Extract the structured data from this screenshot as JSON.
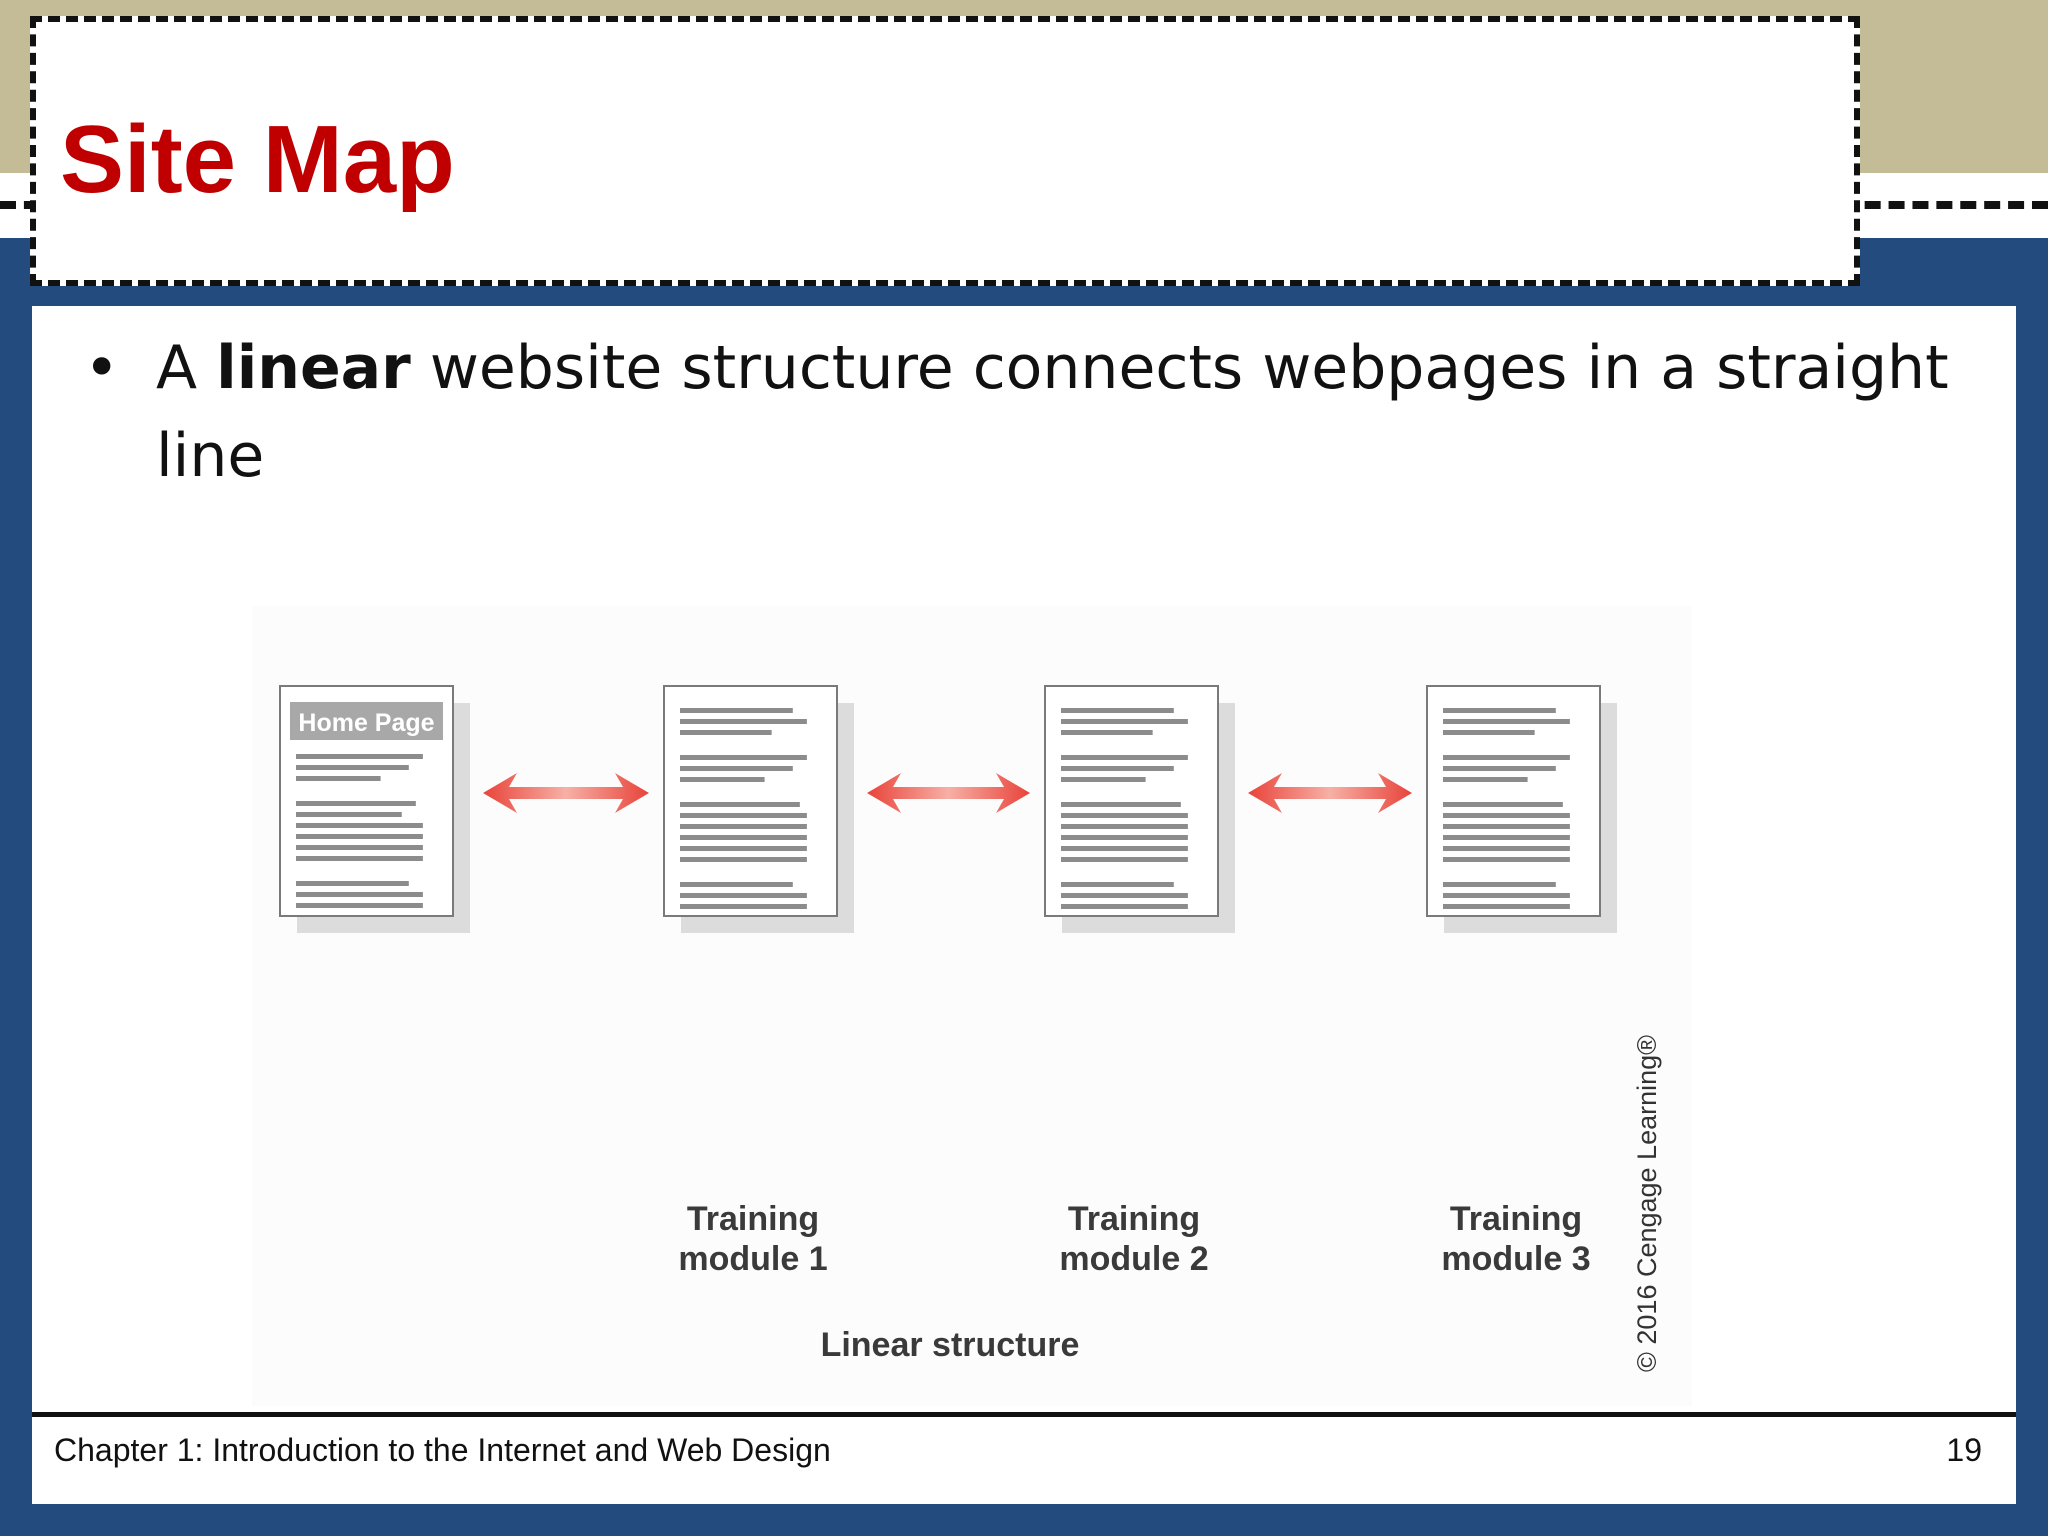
{
  "slide": {
    "title": "Site Map",
    "bullet": {
      "prefix": "A ",
      "emphasis": "linear",
      "suffix": " website structure connects webpages in a straight line"
    },
    "footer": {
      "chapter": "Chapter 1: Introduction to the Internet and Web Design",
      "page_number": "19"
    }
  },
  "diagram": {
    "pages": [
      {
        "id": "home",
        "header_label": "Home Page",
        "caption_line1": "",
        "caption_line2": ""
      },
      {
        "id": "module1",
        "header_label": "",
        "caption_line1": "Training",
        "caption_line2": "module 1"
      },
      {
        "id": "module2",
        "header_label": "",
        "caption_line1": "Training",
        "caption_line2": "module 2"
      },
      {
        "id": "module3",
        "header_label": "",
        "caption_line1": "Training",
        "caption_line2": "module 3"
      }
    ],
    "connector": "double-arrow",
    "caption": "Linear structure",
    "credit": "© 2016 Cengage Learning®"
  },
  "colors": {
    "title": "#c00000",
    "frame": "#234b7e",
    "band": "#c4bc96",
    "arrow": "#e8433a"
  }
}
